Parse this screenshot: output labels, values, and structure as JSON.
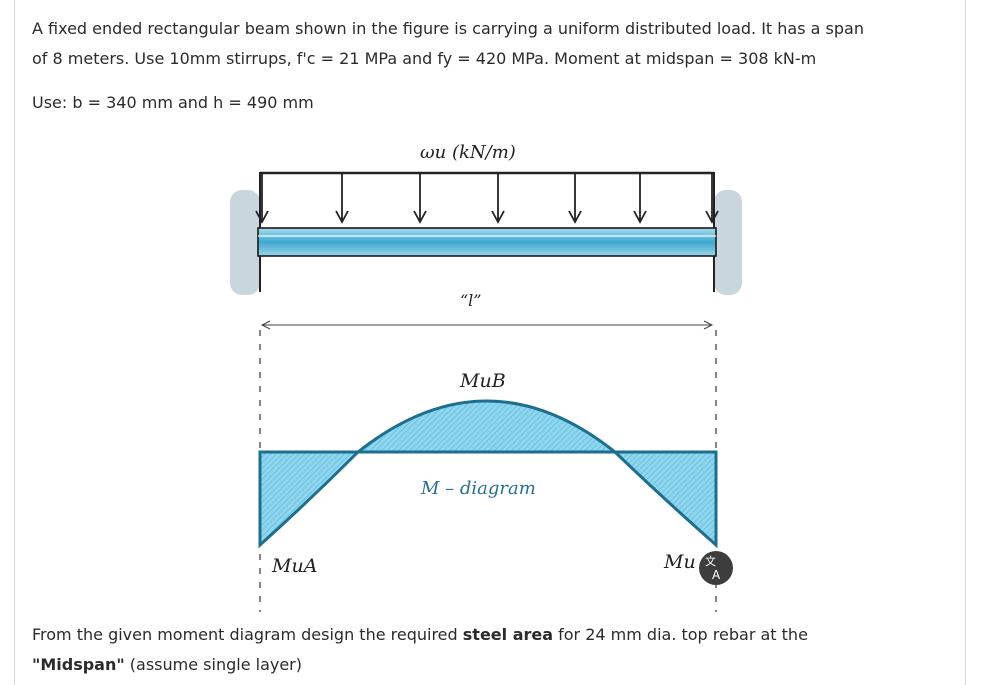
{
  "problem": {
    "line1": "A fixed ended rectangular beam shown in the figure is carrying a uniform distributed load. It has a span",
    "line2": "of 8 meters. Use 10mm stirrups, f'c = 21 MPa and fy = 420 MPa. Moment at midspan = 308 kN-m",
    "given": "Use: b = 340 mm and h = 490 mm"
  },
  "diagram": {
    "load_label": "ωu (kN/m)",
    "span_label": "“l”",
    "mub_label": "MuB",
    "m_diagram_label": "M – diagram",
    "mua_label": "MuA",
    "muc_label": "Mu"
  },
  "question": {
    "part1": "From the given moment diagram design the required ",
    "bold1": "steel area",
    "part2": " for  24 mm dia. top rebar at the",
    "bold2": "\"Midspan\"",
    "part3": " (assume single layer)"
  },
  "colors": {
    "beam": "#5ab6d6",
    "diagram_fill": "#7fd0ea",
    "diagram_stroke": "#1e6e8e",
    "support": "#c9d6dd"
  },
  "icons": {
    "translate": "translate-icon"
  }
}
